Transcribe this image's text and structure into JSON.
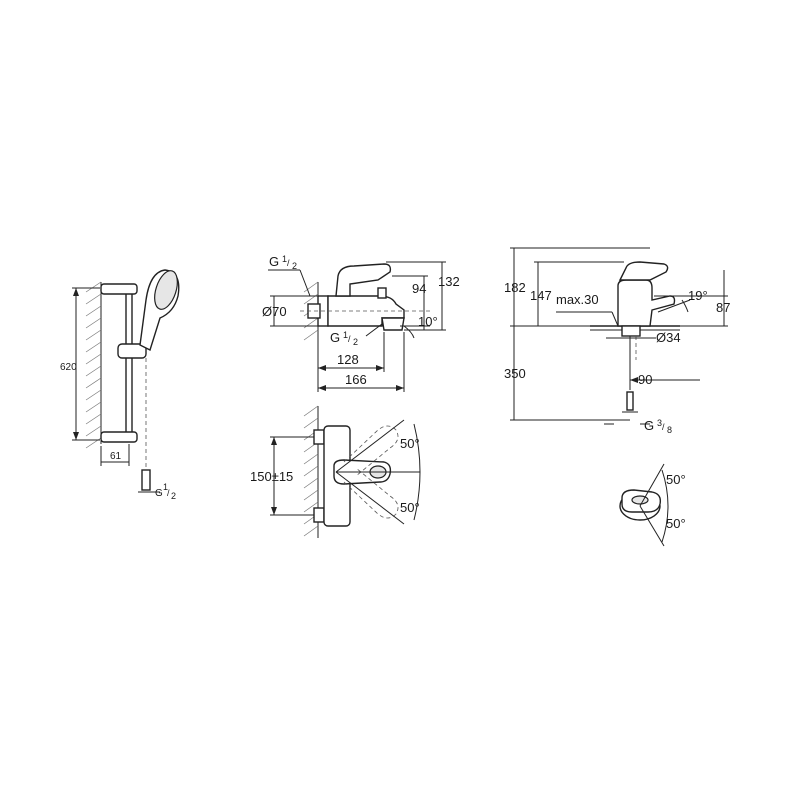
{
  "shower_rail": {
    "height": "620",
    "offset": "61",
    "thread_prefix": "G",
    "thread_num": "1",
    "thread_den": "2"
  },
  "bath_mixer_side": {
    "thread_prefix": "G",
    "thread_num": "1",
    "thread_den": "2",
    "diameter": "Ø70",
    "height_total": "132",
    "height_spout": "94",
    "angle": "10°",
    "projection_spout": "128",
    "projection_total": "166",
    "thread2_prefix": "G",
    "thread2_num": "1",
    "thread2_den": "2"
  },
  "bath_mixer_top": {
    "centres": "150±15",
    "angle_up": "50°",
    "angle_down": "50°"
  },
  "basin_mixer_side": {
    "height_total": "182",
    "height_spout": "147",
    "max_label": "max.30",
    "angle": "19°",
    "projection": "87",
    "hole_diameter": "Ø34",
    "hose_length": "350",
    "offset": "90",
    "thread_prefix": "G",
    "thread_num": "3",
    "thread_den": "8"
  },
  "basin_mixer_top": {
    "angle_up": "50°",
    "angle_down": "50°"
  }
}
